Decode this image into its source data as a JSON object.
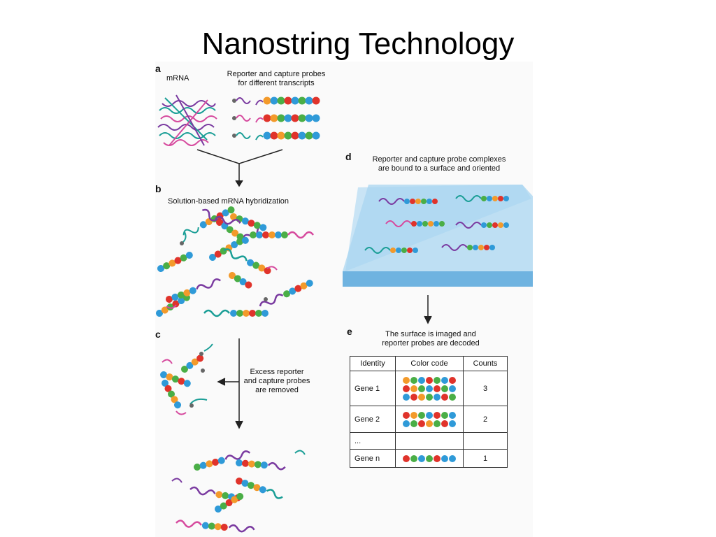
{
  "title": "Nanostring Technology",
  "panels": {
    "a": {
      "letter": "a",
      "mrna_label": "mRNA",
      "probe_label_1": "Reporter and capture probes",
      "probe_label_2": "for different transcripts"
    },
    "b": {
      "letter": "b",
      "caption": "Solution-based mRNA hybridization"
    },
    "c": {
      "letter": "c",
      "caption_1": "Excess reporter",
      "caption_2": "and capture probes",
      "caption_3": "are removed"
    },
    "d": {
      "letter": "d",
      "caption_1": "Reporter and capture probe complexes",
      "caption_2": "are bound to a surface and oriented"
    },
    "e": {
      "letter": "e",
      "caption_1": "The surface is imaged and",
      "caption_2": "reporter probes are decoded"
    }
  },
  "table": {
    "headers": [
      "Identity",
      "Color code",
      "Counts"
    ],
    "rows": [
      {
        "identity": "Gene 1",
        "counts": "3"
      },
      {
        "identity": "Gene 2",
        "counts": "2"
      },
      {
        "identity": "...",
        "counts": ""
      },
      {
        "identity": "Gene n",
        "counts": "1"
      }
    ]
  },
  "colors": {
    "teal": "#1a9e96",
    "magenta": "#d64a9e",
    "purple": "#7a3aa0",
    "red": "#e0332b",
    "orange": "#f39a2b",
    "green": "#4aae46",
    "blue": "#2f9ad8",
    "surface": "#8cc8ec"
  }
}
